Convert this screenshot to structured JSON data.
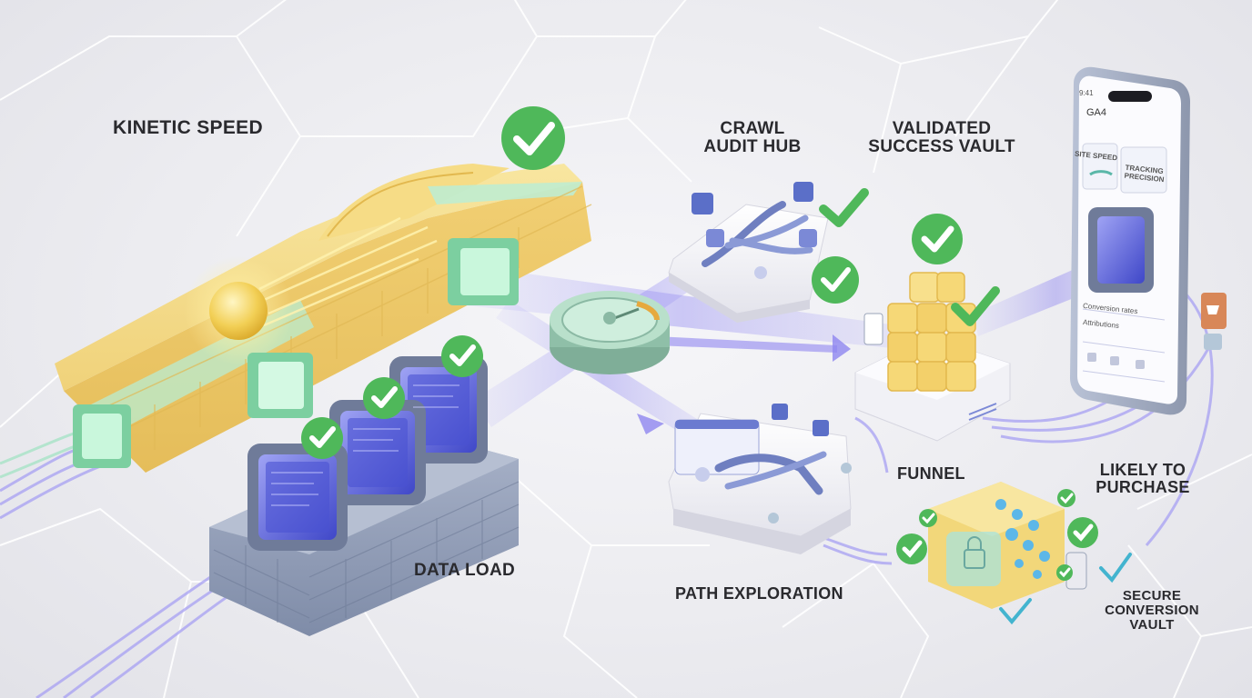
{
  "labels": {
    "kinetic_speed": "KINETIC SPEED",
    "crawl_audit_hub": [
      "CRAWL",
      "AUDIT HUB"
    ],
    "validated_success_vault": [
      "VALIDATED",
      "SUCCESS VAULT"
    ],
    "data_load": "DATA LOAD",
    "path_exploration": "PATH EXPLORATION",
    "funnel": "FUNNEL",
    "likely_to_purchase": [
      "LIKELY TO",
      "PURCHASE"
    ],
    "secure_conversion_vault": [
      "SECURE",
      "CONVERSION",
      "VAULT"
    ]
  },
  "phone": {
    "status": "9:41",
    "app_name": "GA4",
    "card_left": "SITE SPEED",
    "card_right": [
      "TRACKING",
      "PRECISION"
    ],
    "row_1": "Conversion rates",
    "row_2": "Attributions"
  },
  "colors": {
    "check_green": "#4fb85a",
    "yellow_track": "#f2d77a",
    "mint": "#a8eec6",
    "stone_blue": "#8e9bb6",
    "beam_violet": "#8f86f0"
  }
}
